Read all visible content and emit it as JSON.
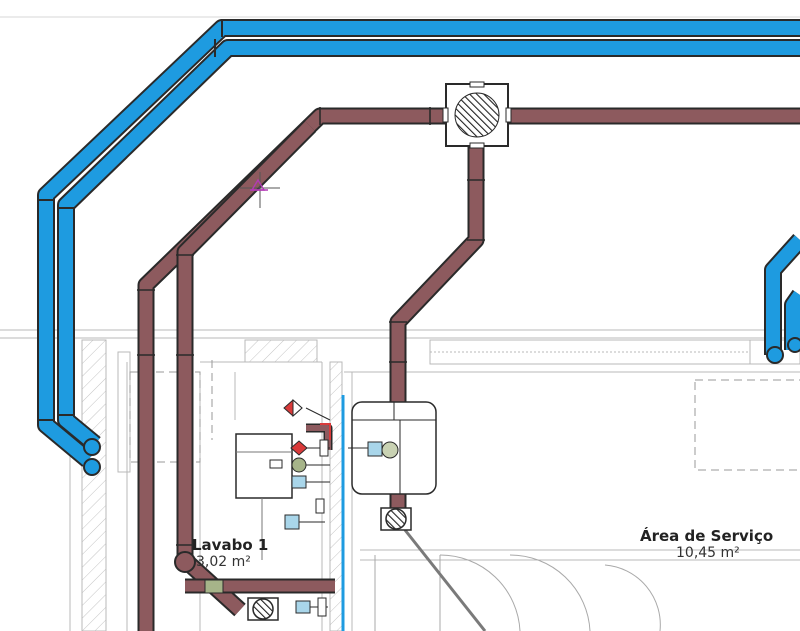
{
  "rooms": [
    {
      "id": "lavabo",
      "name": "Lavabo 1",
      "area": "3,02 m²"
    },
    {
      "id": "servico",
      "name": "Área de Serviço",
      "area": "10,45 m²"
    }
  ],
  "colors": {
    "water_pipe": "#1e9be0",
    "drain_pipe": "#8d5a5e",
    "pipe_outline": "#2a2a2a",
    "wall_line": "#b9b9b9",
    "hatch": "#c4c4c4",
    "cursor": "#b23ab5",
    "valve_red": "#d93a3a",
    "fixture_blue": "#a9d6ea",
    "fixture_green": "#a6b489"
  },
  "icons": [
    "drain-grate-icon",
    "floor-drain-icon",
    "valve-icon",
    "cursor-crosshair-icon"
  ]
}
